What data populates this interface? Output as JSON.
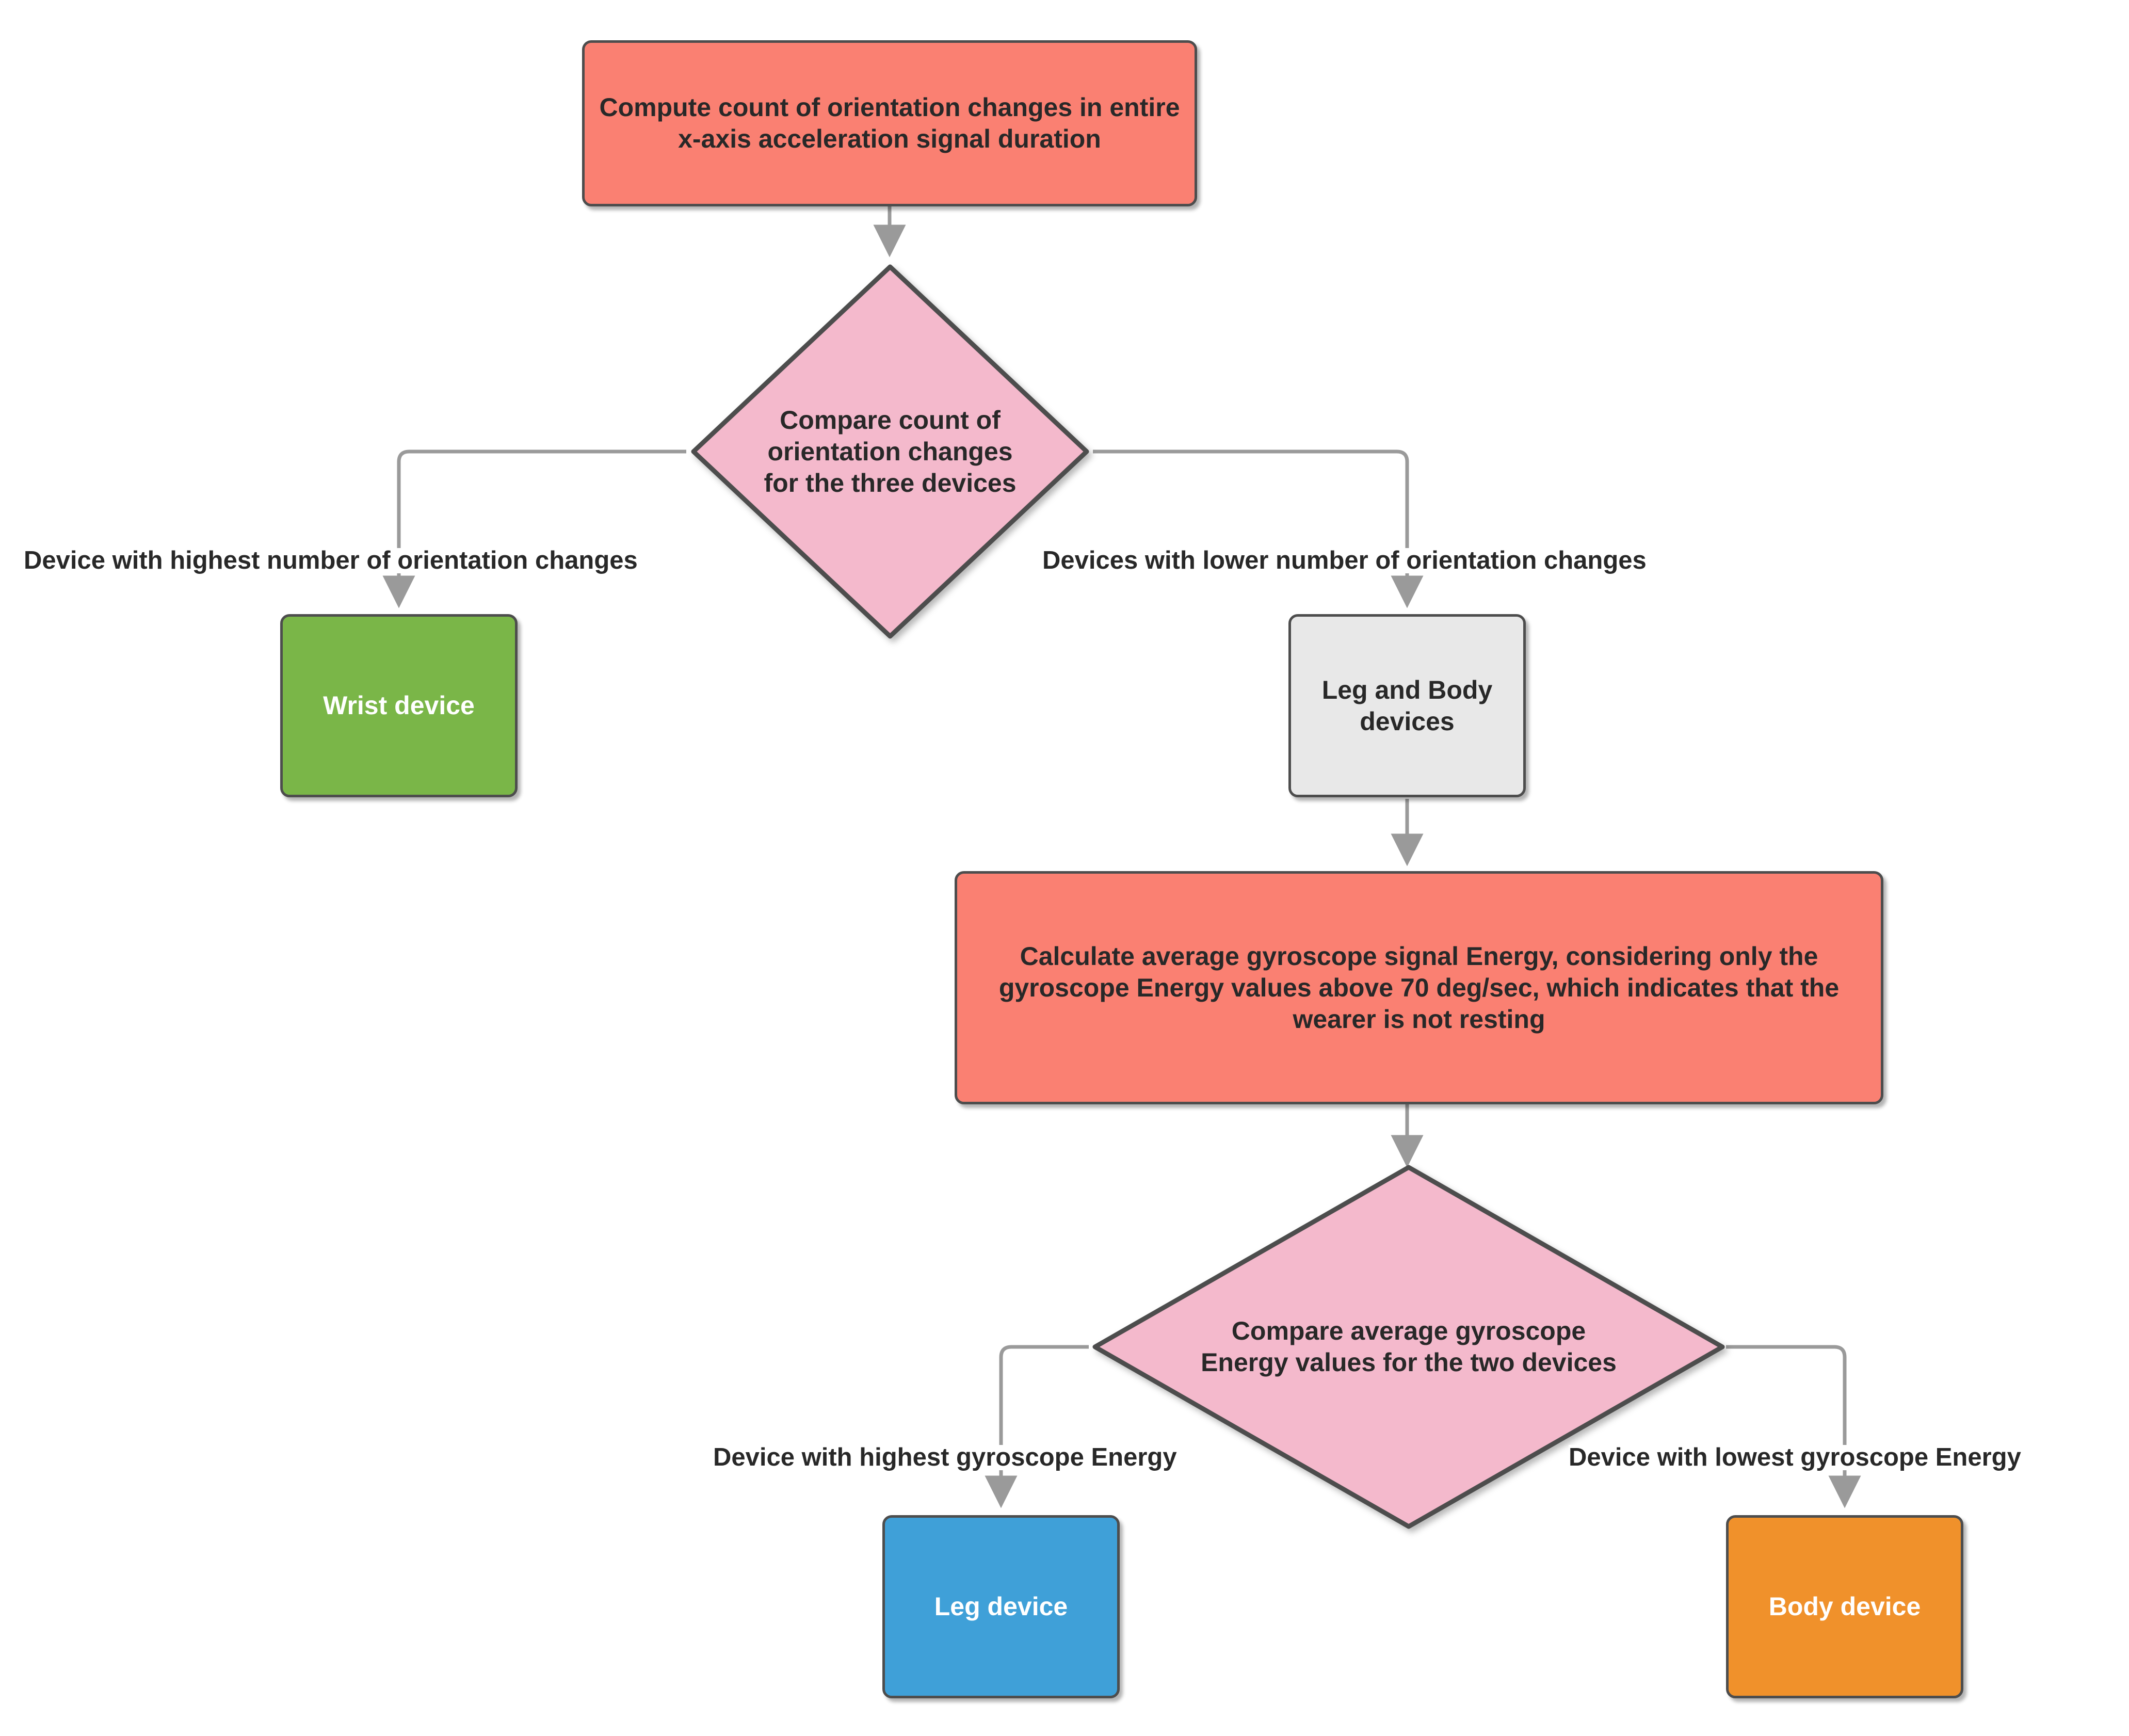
{
  "diagram": {
    "type": "flowchart",
    "orientation": "top-down",
    "background": "#ffffff",
    "edge_color": "#9a9a9a",
    "node_border_color": "#4d4d4d",
    "nodes": [
      {
        "id": "compute-orientation-changes",
        "shape": "rounded-rect",
        "label": "Compute count of orientation changes in entire x-axis acceleration signal duration",
        "fill": "#FA8072",
        "text_color": "#282828"
      },
      {
        "id": "compare-orientation-counts",
        "shape": "diamond",
        "label": "Compare count of orientation changes for the three devices",
        "fill": "#F4B9CC",
        "text_color": "#282828"
      },
      {
        "id": "wrist-device",
        "shape": "rounded-rect",
        "label": "Wrist device",
        "fill": "#7AB648",
        "text_color": "#ffffff"
      },
      {
        "id": "leg-and-body-devices",
        "shape": "rounded-rect",
        "label": "Leg and Body devices",
        "fill": "#E8E8E8",
        "text_color": "#282828"
      },
      {
        "id": "calculate-gyroscope-energy",
        "shape": "rounded-rect",
        "label": "Calculate average gyroscope signal Energy, considering only the gyroscope Energy values above 70 deg/sec, which indicates that the wearer is not resting",
        "fill": "#FA8072",
        "text_color": "#282828"
      },
      {
        "id": "compare-gyroscope-energy",
        "shape": "diamond",
        "label": "Compare average gyroscope Energy values for the two devices",
        "fill": "#F4B9CC",
        "text_color": "#282828"
      },
      {
        "id": "leg-device",
        "shape": "rounded-rect",
        "label": "Leg device",
        "fill": "#3FA0D8",
        "text_color": "#ffffff"
      },
      {
        "id": "body-device",
        "shape": "rounded-rect",
        "label": "Body device",
        "fill": "#F0912B",
        "text_color": "#ffffff"
      }
    ],
    "edges": [
      {
        "id": "e1",
        "from": "compute-orientation-changes",
        "to": "compare-orientation-counts",
        "label": ""
      },
      {
        "id": "e2",
        "from": "compare-orientation-counts",
        "to": "wrist-device",
        "label": "Device with highest number of orientation changes"
      },
      {
        "id": "e3",
        "from": "compare-orientation-counts",
        "to": "leg-and-body-devices",
        "label": "Devices with lower number of orientation changes"
      },
      {
        "id": "e4",
        "from": "leg-and-body-devices",
        "to": "calculate-gyroscope-energy",
        "label": ""
      },
      {
        "id": "e5",
        "from": "calculate-gyroscope-energy",
        "to": "compare-gyroscope-energy",
        "label": ""
      },
      {
        "id": "e6",
        "from": "compare-gyroscope-energy",
        "to": "leg-device",
        "label": "Device with highest gyroscope Energy"
      },
      {
        "id": "e7",
        "from": "compare-gyroscope-energy",
        "to": "body-device",
        "label": "Device with lowest gyroscope Energy"
      }
    ]
  }
}
